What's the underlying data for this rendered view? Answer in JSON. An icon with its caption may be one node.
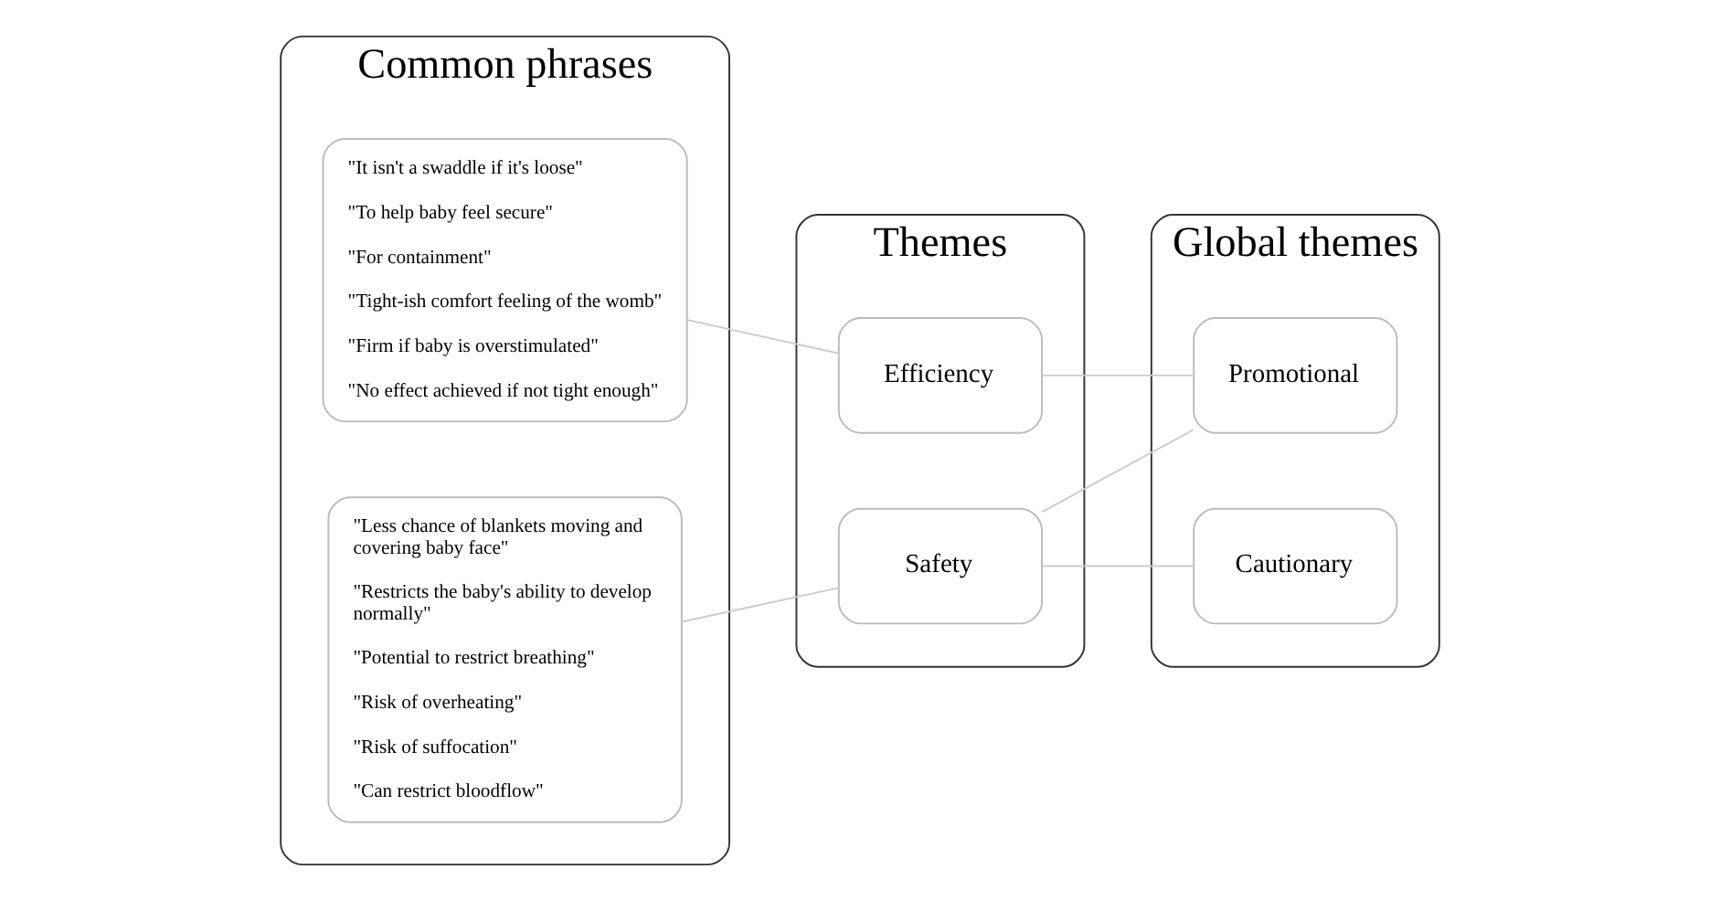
{
  "diagram": {
    "nodes": [
      {
        "text": [
          "Common phrases"
        ]
      },
      {
        "text": [
          "\"It isn't a swaddle if it's loose\"",
          "\"To help baby feel secure\"",
          "\"For containment\"",
          "\"Tight-ish comfort feeling of the womb\"",
          "\"Firm if baby is overstimulated\"",
          "\"No effect achieved if not tight enough\""
        ],
        "in": 0
      },
      {
        "text": [
          "\"Less chance of blankets moving and covering baby face\"",
          "\"Restricts the baby's ability to develop normally\"",
          "\"Potential to restrict breathing\"",
          "\"Risk of overheating\"",
          "\"Risk of suffocation\"",
          "\"Can restrict bloodflow\""
        ],
        "in": 0
      },
      {
        "text": [
          "Themes"
        ]
      },
      {
        "text": [
          "Efficiency"
        ],
        "in": 3
      },
      {
        "text": [
          "Safety"
        ],
        "in": 3
      },
      {
        "text": [
          "Global themes"
        ]
      },
      {
        "text": [
          "Promotional"
        ],
        "in": 6
      },
      {
        "text": [
          "Cautionary"
        ],
        "in": 6
      }
    ],
    "edges": [
      {
        "from": 1,
        "to": 4,
        "arrow": "none"
      },
      {
        "from": 2,
        "to": 5,
        "arrow": "none"
      },
      {
        "from": 4,
        "to": 7,
        "arrow": "none"
      },
      {
        "from": 5,
        "to": 7,
        "arrow": "none"
      },
      {
        "from": 5,
        "to": 8,
        "arrow": "none"
      }
    ]
  }
}
